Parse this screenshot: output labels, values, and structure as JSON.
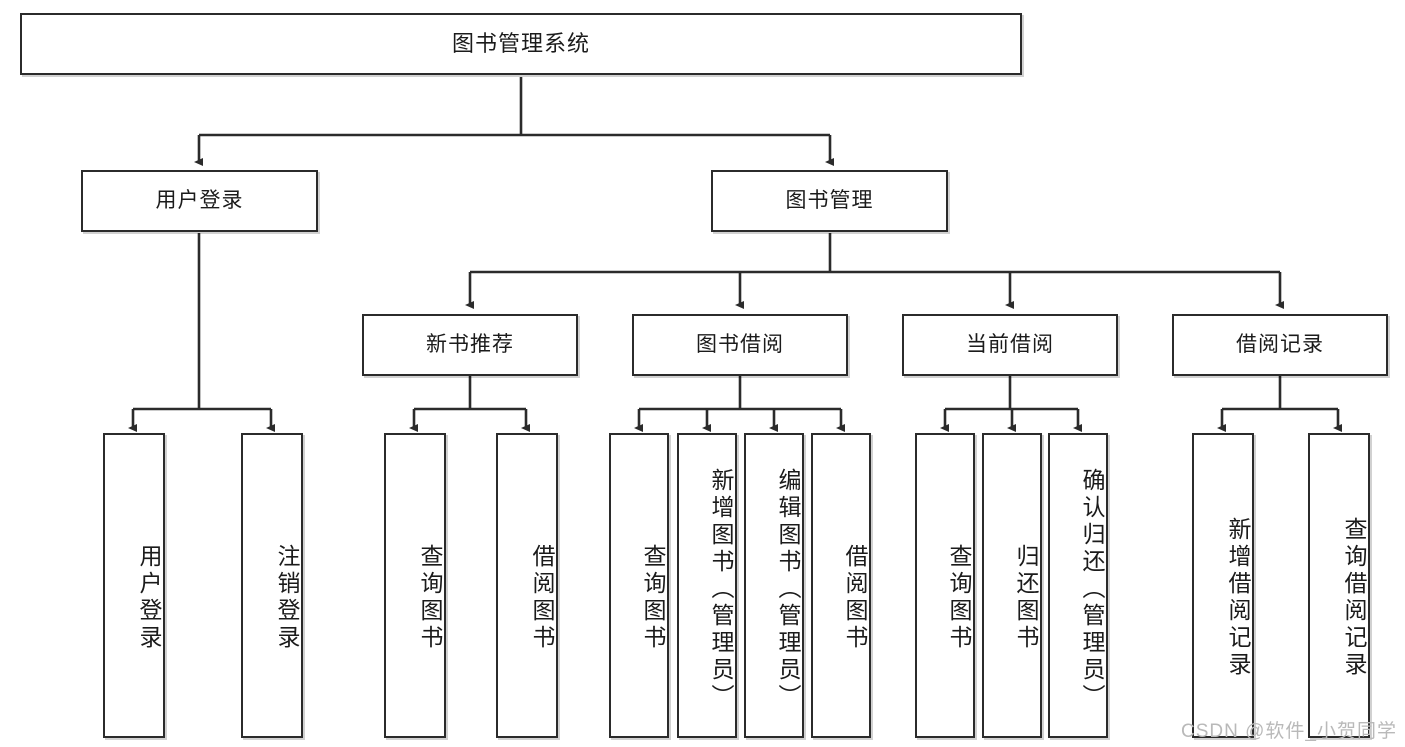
{
  "diagram": {
    "type": "tree-hierarchy-chart",
    "title": "图书管理系统",
    "style": {
      "box_border_color": "#2b2b2b",
      "box_fill_color": "#ffffff",
      "line_color": "#2b2b2b",
      "background": "#ffffff",
      "watermark_color": "#b9b9b9"
    },
    "watermark": "CSDN @软件_小贺同学",
    "root": {
      "id": "root",
      "label": "图书管理系统"
    },
    "level2": [
      {
        "id": "user-login",
        "label": "用户登录"
      },
      {
        "id": "book-manage",
        "label": "图书管理"
      }
    ],
    "level3": [
      {
        "id": "new-book-recommend",
        "label": "新书推荐",
        "parent": "book-manage"
      },
      {
        "id": "book-borrow",
        "label": "图书借阅",
        "parent": "book-manage"
      },
      {
        "id": "current-borrow",
        "label": "当前借阅",
        "parent": "book-manage"
      },
      {
        "id": "borrow-record",
        "label": "借阅记录",
        "parent": "book-manage"
      }
    ],
    "leaves": [
      {
        "id": "leaf-user-login",
        "label": "用户登录",
        "parent": "user-login"
      },
      {
        "id": "leaf-logout-login",
        "label": "注销登录",
        "parent": "user-login"
      },
      {
        "id": "leaf-query-book-1",
        "label": "查询图书",
        "parent": "new-book-recommend"
      },
      {
        "id": "leaf-borrow-book-1",
        "label": "借阅图书",
        "parent": "new-book-recommend"
      },
      {
        "id": "leaf-query-book-2",
        "label": "查询图书",
        "parent": "book-borrow"
      },
      {
        "id": "leaf-add-book",
        "label": "新增图书（管理员）",
        "parent": "book-borrow"
      },
      {
        "id": "leaf-edit-book",
        "label": "编辑图书（管理员）",
        "parent": "book-borrow"
      },
      {
        "id": "leaf-borrow-book-2",
        "label": "借阅图书",
        "parent": "book-borrow"
      },
      {
        "id": "leaf-query-book-3",
        "label": "查询图书",
        "parent": "current-borrow"
      },
      {
        "id": "leaf-return-book",
        "label": "归还图书",
        "parent": "current-borrow"
      },
      {
        "id": "leaf-confirm-return",
        "label": "确认归还（管理员）",
        "parent": "current-borrow"
      },
      {
        "id": "leaf-add-record",
        "label": "新增借阅记录",
        "parent": "borrow-record"
      },
      {
        "id": "leaf-query-record",
        "label": "查询借阅记录",
        "parent": "borrow-record"
      }
    ]
  }
}
